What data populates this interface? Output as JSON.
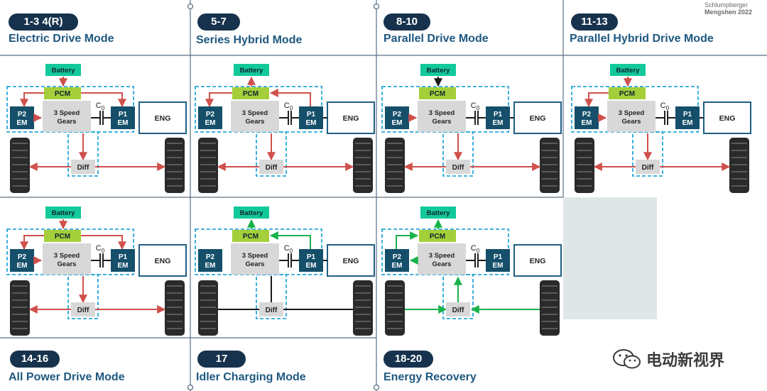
{
  "logo": {
    "line1": "Schlumpberger",
    "line2": "Mengshen 2022"
  },
  "watermark": "电动新视界",
  "labels": {
    "battery": "Battery",
    "pcm": "PCM",
    "p2": [
      "P2",
      "EM"
    ],
    "p1": [
      "P1",
      "EM"
    ],
    "gears": [
      "3 Speed",
      "Gears"
    ],
    "c0": "C",
    "c0sub": "0",
    "eng": "ENG",
    "diff": "Diff"
  },
  "colors": {
    "battery": "#12c99a",
    "pcm": "#a4cf3a",
    "em": "#154f6a",
    "gears": "#d8d8d8",
    "eng_border": "#1e5f84",
    "dashed": "#29a8d8",
    "red": "#cf504c",
    "green": "#18b24a",
    "black": "#1a1a1a",
    "pill": "#17324d",
    "title": "#1e5880"
  },
  "panels": [
    {
      "tag": "1-3  4(R)",
      "title": "Electric Drive Mode",
      "flow": "electric"
    },
    {
      "tag": "5-7",
      "title": "Series Hybrid Mode",
      "flow": "series"
    },
    {
      "tag": "8-10",
      "title": "Parallel Drive Mode",
      "flow": "parallel"
    },
    {
      "tag": "11-13",
      "title": "Parallel Hybrid Drive Mode",
      "flow": "parallel_hybrid"
    },
    {
      "tag": "14-16",
      "title": "All Power Drive Mode",
      "flow": "all_power"
    },
    {
      "tag": "17",
      "title": "Idler Charging Mode",
      "flow": "idler"
    },
    {
      "tag": "18-20",
      "title": "Energy Recovery",
      "flow": "recovery"
    }
  ]
}
